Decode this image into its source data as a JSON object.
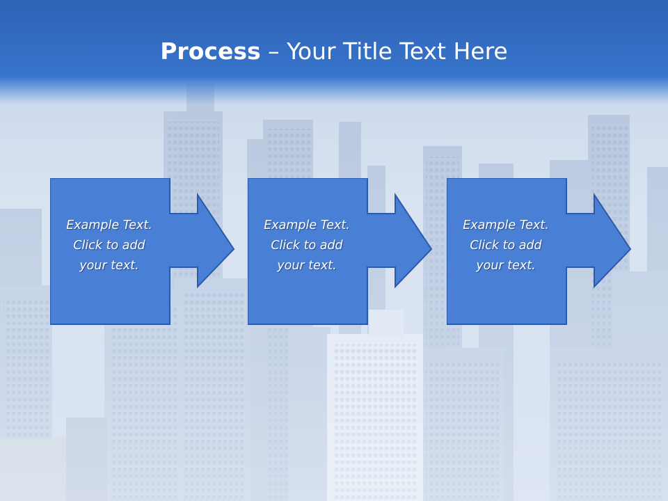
{
  "title": {
    "bold": "Process",
    "rest": " – Your Title Text Here"
  },
  "steps": [
    {
      "lines": [
        "Example Text.",
        "Click  to add",
        "your text."
      ]
    },
    {
      "lines": [
        "Example Text.",
        "Click  to add",
        "your text."
      ]
    },
    {
      "lines": [
        "Example Text.",
        "Click  to add",
        "your text."
      ]
    }
  ],
  "colors": {
    "title_band": "#3774cc",
    "box_fill": "#4a7fd6",
    "box_border": "#2a5aa8",
    "text": "#ffffff"
  },
  "background": "city-skyline-photo"
}
